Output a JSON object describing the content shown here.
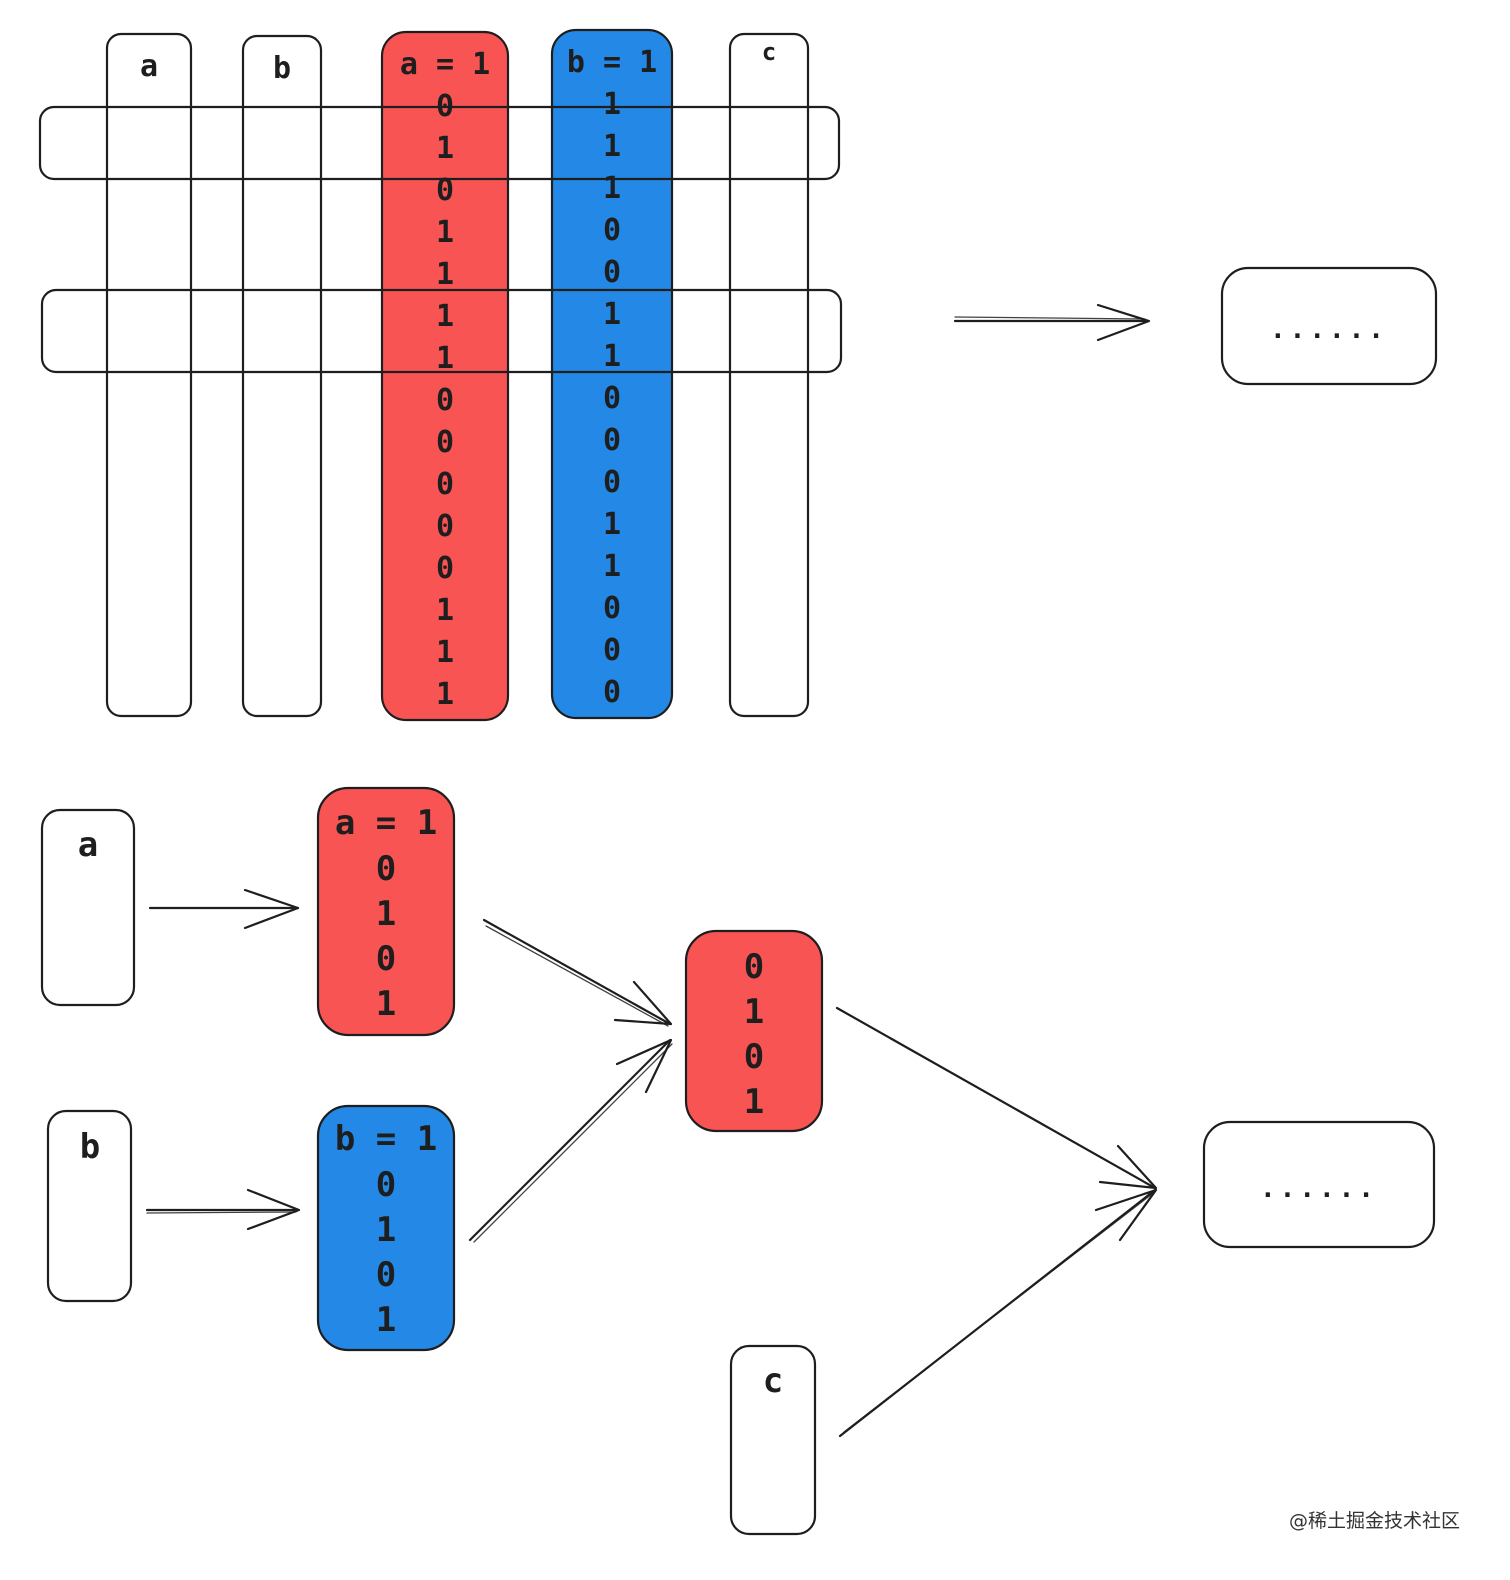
{
  "colors": {
    "red": "#f95454",
    "blue": "#2489e6",
    "stroke": "#1e1e1e"
  },
  "top": {
    "col_a": "a",
    "col_b": "b",
    "col_c": "c",
    "red_header": "a = 1",
    "blue_header": "b = 1",
    "red_bits": [
      "0",
      "1",
      "0",
      "1",
      "1",
      "1",
      "1",
      "0",
      "0",
      "0",
      "0",
      "0",
      "1",
      "1",
      "1"
    ],
    "blue_bits": [
      "1",
      "1",
      "1",
      "0",
      "0",
      "1",
      "1",
      "0",
      "0",
      "0",
      "1",
      "1",
      "0",
      "0",
      "0"
    ],
    "result": "......"
  },
  "bottom": {
    "input_a": "a",
    "input_b": "b",
    "input_c": "c",
    "red_header": "a = 1",
    "red_bits": [
      "0",
      "1",
      "0",
      "1"
    ],
    "blue_header": "b = 1",
    "blue_bits": [
      "0",
      "1",
      "0",
      "1"
    ],
    "merged_bits": [
      "0",
      "1",
      "0",
      "1"
    ],
    "result": "......"
  },
  "watermark": "@稀土掘金技术社区"
}
